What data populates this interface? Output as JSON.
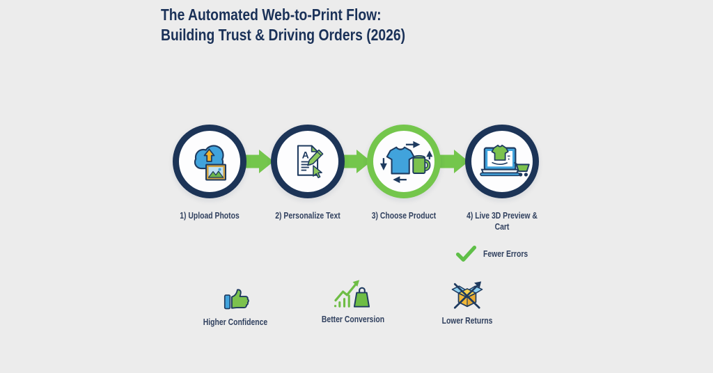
{
  "title": {
    "line1": "The Automated Web-to-Print Flow:",
    "line2": "Building Trust & Driving Orders (2026)"
  },
  "flow": {
    "steps": [
      {
        "label": "1) Upload Photos",
        "icon": "cloud-upload-photo-icon",
        "ring_color": "#1c3457"
      },
      {
        "label": "2) Personalize Text",
        "icon": "document-edit-icon",
        "ring_color": "#1c3457"
      },
      {
        "label": "3) Choose Product",
        "icon": "tshirt-mug-cycle-icon",
        "ring_color": "#74c64c"
      },
      {
        "label": "4) Live 3D Preview & Cart",
        "icon": "laptop-preview-cart-icon",
        "ring_color": "#1c3457"
      }
    ],
    "connector_icon": "arrow-right-icon"
  },
  "callout": {
    "icon": "checkmark-icon",
    "label": "Fewer Errors"
  },
  "benefits": [
    {
      "icon": "thumbs-up-icon",
      "label": "Higher Confidence"
    },
    {
      "icon": "growth-chart-bag-icon",
      "label": "Better Conversion"
    },
    {
      "icon": "no-returns-box-icon",
      "label": "Lower Returns"
    }
  ],
  "colors": {
    "background": "#ececec",
    "navy": "#1e3a5f",
    "ring_navy": "#1c3457",
    "green": "#74c64c",
    "blue": "#41a3dc",
    "gold": "#f0b42e",
    "text": "#31415f"
  }
}
